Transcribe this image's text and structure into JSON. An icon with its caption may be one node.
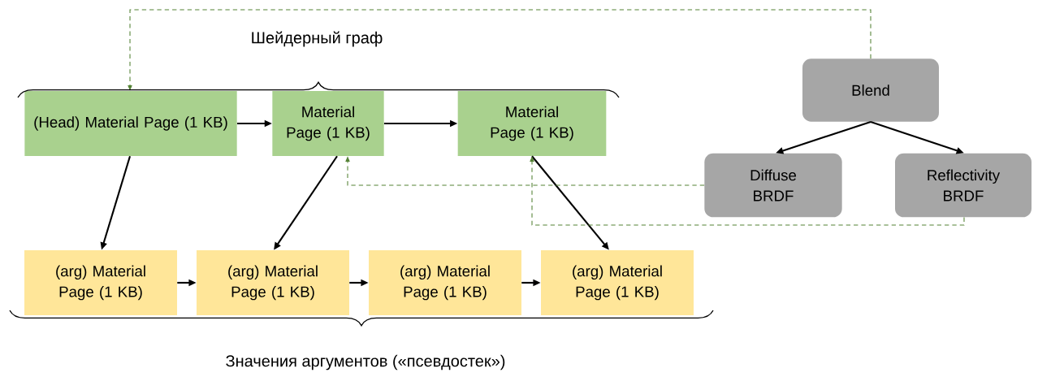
{
  "diagram": {
    "nodes": [
      {
        "text": [
          "(Head) Material Page (1 KB)"
        ]
      },
      {
        "text": [
          "Material Page (1 KB)"
        ]
      },
      {
        "text": [
          "Material Page (1 KB)"
        ]
      },
      {
        "text": [
          "Blend"
        ]
      },
      {
        "text": [
          "Diffuse BRDF"
        ]
      },
      {
        "text": [
          "Reflectivity BRDF"
        ]
      },
      {
        "text": [
          "(arg) Material Page (1 KB)"
        ]
      },
      {
        "text": [
          "(arg) Material Page (1 KB)"
        ]
      },
      {
        "text": [
          "(arg) Material Page (1 KB)"
        ]
      },
      {
        "text": [
          "(arg) Material Page (1 KB)"
        ]
      }
    ],
    "edges": [
      {
        "from": 0,
        "to": 1,
        "arrow": "to"
      },
      {
        "from": 1,
        "to": 2,
        "arrow": "to"
      },
      {
        "from": 0,
        "to": 6,
        "arrow": "to"
      },
      {
        "from": 1,
        "to": 7,
        "arrow": "to"
      },
      {
        "from": 2,
        "to": 9,
        "arrow": "to"
      },
      {
        "from": 6,
        "to": 7,
        "arrow": "to"
      },
      {
        "from": 7,
        "to": 8,
        "arrow": "to"
      },
      {
        "from": 8,
        "to": 9,
        "arrow": "to"
      },
      {
        "from": 3,
        "to": 4,
        "arrow": "to"
      },
      {
        "from": 3,
        "to": 5,
        "arrow": "to"
      },
      {
        "from": 3,
        "to": 0,
        "arrow": "to",
        "style": "dashed",
        "color": "#548235"
      },
      {
        "from": 4,
        "to": 1,
        "arrow": "to",
        "style": "dashed",
        "color": "#548235"
      },
      {
        "from": 5,
        "to": 2,
        "arrow": "to",
        "style": "dashed",
        "color": "#548235"
      }
    ],
    "labels": [
      "Шейдерный граф",
      "Значения аргументов («псевдостек»)"
    ]
  }
}
